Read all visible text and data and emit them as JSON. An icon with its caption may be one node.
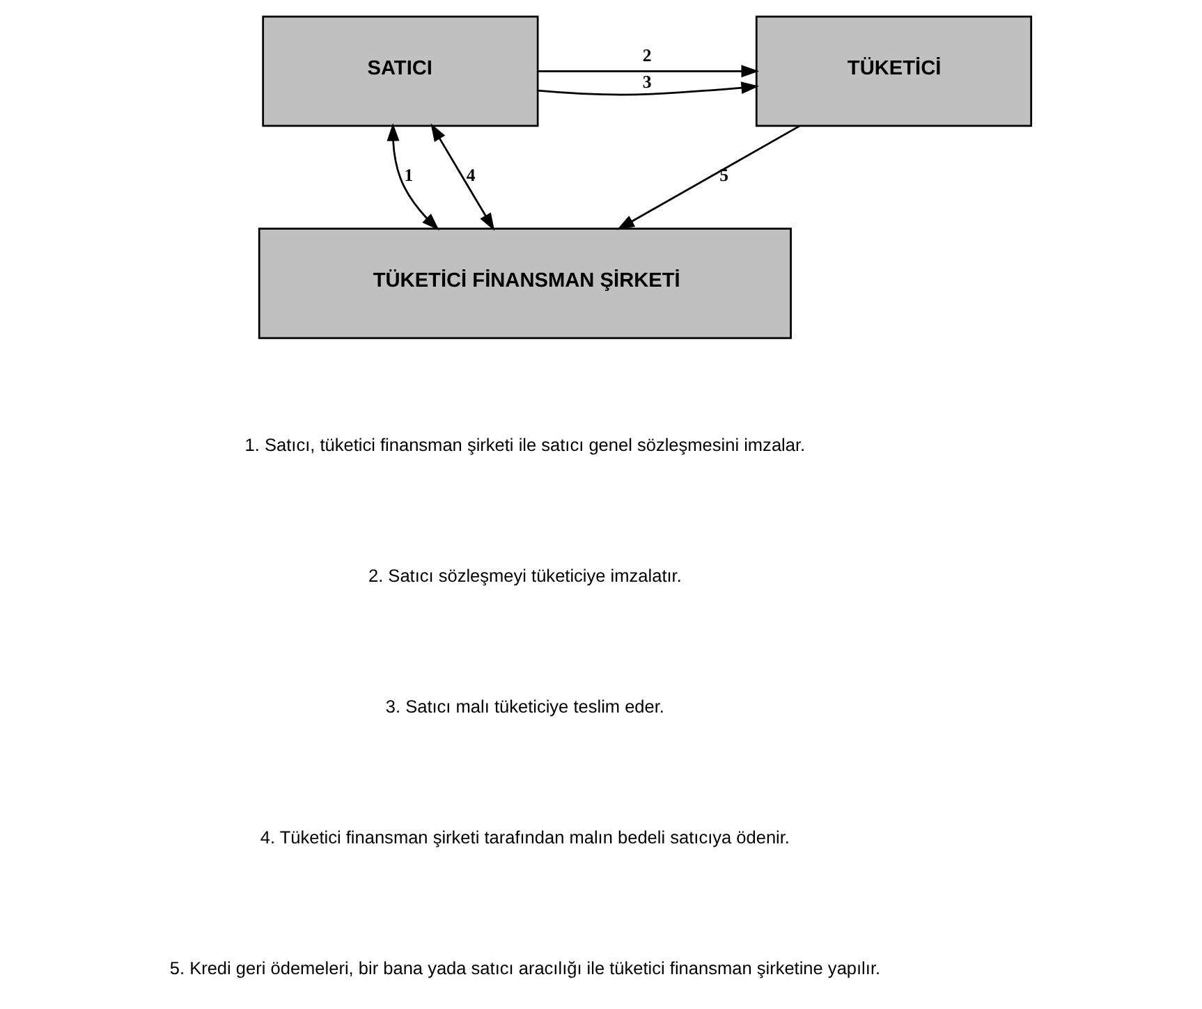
{
  "diagram": {
    "nodes": [
      {
        "text": [
          "SATICI"
        ]
      },
      {
        "text": [
          "TÜKETİCİ"
        ]
      },
      {
        "text": [
          "TÜKETİCİ FİNANSMAN ŞİRKETİ"
        ]
      }
    ],
    "edges": [
      {
        "from": 0,
        "to": 2,
        "arrow": "both",
        "label": "1"
      },
      {
        "from": 0,
        "to": 1,
        "arrow": "to",
        "label": "2"
      },
      {
        "from": 0,
        "to": 1,
        "arrow": "to",
        "label": "3"
      },
      {
        "from": 0,
        "to": 2,
        "arrow": "both",
        "label": "4"
      },
      {
        "from": 1,
        "to": 2,
        "arrow": "to",
        "label": "5"
      }
    ],
    "labels": [
      "1. Satıcı, tüketici finansman şirketi ile satıcı genel sözleşmesini imzalar.",
      "2. Satıcı sözleşmeyi tüketiciye imzalatır.",
      "3. Satıcı malı tüketiciye teslim eder.",
      "4. Tüketici finansman şirketi tarafından malın bedeli satıcıya ödenir.",
      "5. Kredi geri ödemeleri, bir bana yada satıcı aracılığı ile tüketici finansman şirketine yapılır."
    ]
  }
}
